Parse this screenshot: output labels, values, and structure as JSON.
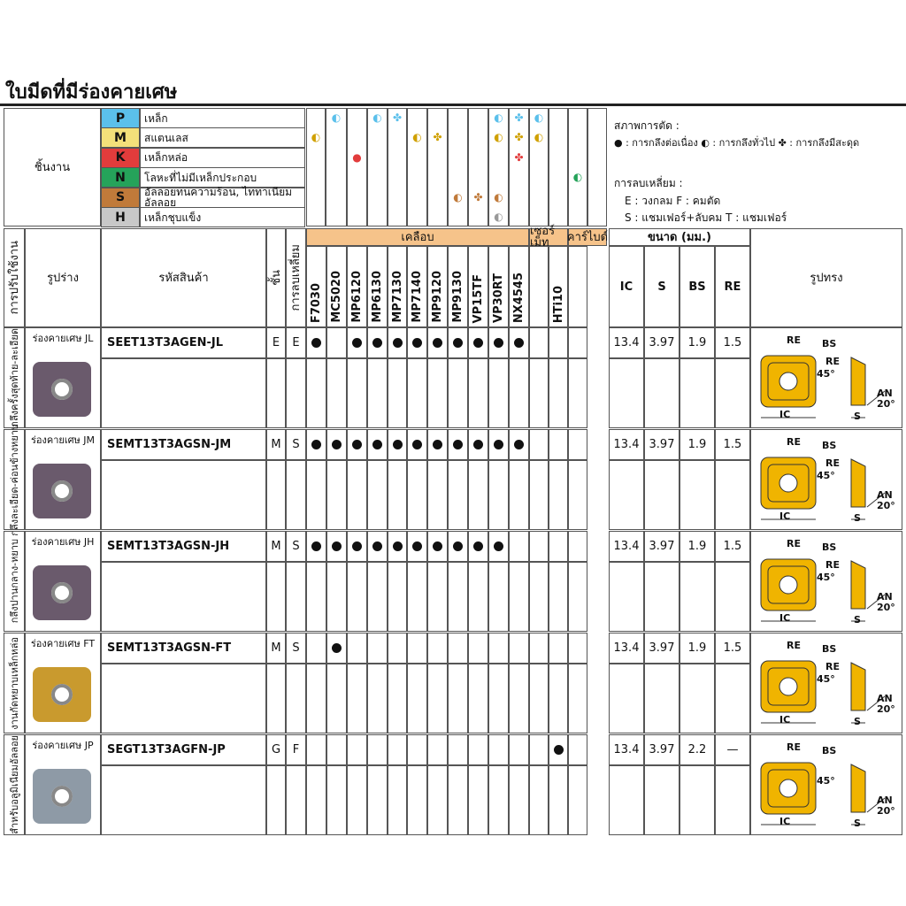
{
  "title": "ใบมีดที่มีร่องคายเศษ",
  "colors": {
    "P": "#5bc0eb",
    "M": "#f3e07a",
    "K": "#e23c3c",
    "N": "#25a35a",
    "S": "#c07a3a",
    "H": "#c8c8c8",
    "header_band": "#f6c38a",
    "insert_gold": "#f0b400"
  },
  "materials": {
    "header": "ชิ้นงาน",
    "rows": [
      {
        "code": "P",
        "name": "เหล็ก"
      },
      {
        "code": "M",
        "name": "สแตนเลส"
      },
      {
        "code": "K",
        "name": "เหล็กหล่อ"
      },
      {
        "code": "N",
        "name": "โลหะที่ไม่มีเหล็กประกอบ"
      },
      {
        "code": "S",
        "name": "อัลลอยทนความร้อน, ไททาเนียม อัลลอย"
      },
      {
        "code": "H",
        "name": "เหล็กชุบแข็ง"
      }
    ]
  },
  "legend": {
    "cutting_title": "สภาพการตัด :",
    "cutting_items": "● : การกลึงต่อเนื่อง   ◐ : การกลึงทั่วไป   ✤ : การกลึงมีสะดุด",
    "edge_title": "การลบเหลี่ยม :",
    "edge_line1": "E : วงกลม   F : คมตัด",
    "edge_line2": "S : แชมเฟอร์+ลับคม   T : แชมเฟอร์"
  },
  "headers": {
    "application": "การปรับใช้งาน",
    "shape": "รูปร่าง",
    "code": "รหัสสินค้า",
    "class": "ชั้น",
    "honing": "การลบเหลี่ยม",
    "coated": "เคลือบ",
    "cermet": "เซอร์เม็ท",
    "carbide": "คาร์ไบด์",
    "dimensions": "ขนาด (มม.)",
    "geometry": "รูปทรง",
    "grades": [
      "F7030",
      "MC5020",
      "MP6120",
      "MP6130",
      "MP7130",
      "MP7140",
      "MP9120",
      "MP9130",
      "VP15TF",
      "VP30RT",
      "NX4545",
      "HTi10"
    ],
    "dims": [
      "IC",
      "S",
      "BS",
      "RE"
    ]
  },
  "rows": [
    {
      "application": "กลึงครั้งสุดท้าย-ละเอียด",
      "shape_label": "ร่องคายเศษ JL",
      "code": "SEET13T3AGEN-JL",
      "class": "E",
      "honing": "E",
      "dots": [
        1,
        0,
        1,
        1,
        1,
        1,
        1,
        1,
        1,
        1,
        1,
        0
      ],
      "ic": "13.4",
      "s": "3.97",
      "bs": "1.9",
      "re": "1.5",
      "insert": "dark"
    },
    {
      "application": "กลึงละเอียด-ค่อนข้างหยาบ",
      "shape_label": "ร่องคายเศษ JM",
      "code": "SEMT13T3AGSN-JM",
      "class": "M",
      "honing": "S",
      "dots": [
        1,
        1,
        1,
        1,
        1,
        1,
        1,
        1,
        1,
        1,
        1,
        0
      ],
      "ic": "13.4",
      "s": "3.97",
      "bs": "1.9",
      "re": "1.5",
      "insert": "dark"
    },
    {
      "application": "กลึงปานกลาง-หยาบ",
      "shape_label": "ร่องคายเศษ JH",
      "code": "SEMT13T3AGSN-JH",
      "class": "M",
      "honing": "S",
      "dots": [
        1,
        1,
        1,
        1,
        1,
        1,
        1,
        1,
        1,
        1,
        0,
        0
      ],
      "ic": "13.4",
      "s": "3.97",
      "bs": "1.9",
      "re": "1.5",
      "insert": "dark"
    },
    {
      "application": "งานกัดหยาบเหล็กหล่อ",
      "shape_label": "ร่องคายเศษ FT",
      "code": "SEMT13T3AGSN-FT",
      "class": "M",
      "honing": "S",
      "dots": [
        0,
        1,
        0,
        0,
        0,
        0,
        0,
        0,
        0,
        0,
        0,
        0
      ],
      "ic": "13.4",
      "s": "3.97",
      "bs": "1.9",
      "re": "1.5",
      "insert": "gold"
    },
    {
      "application": "สำหรับอลูมิเนียมอัลลอย",
      "shape_label": "ร่องคายเศษ JP",
      "code": "SEGT13T3AGFN-JP",
      "class": "G",
      "honing": "F",
      "dots": [
        0,
        0,
        0,
        0,
        0,
        0,
        0,
        0,
        0,
        0,
        0,
        1
      ],
      "ic": "13.4",
      "s": "3.97",
      "bs": "2.2",
      "re": "—",
      "insert": "silver"
    }
  ],
  "geometry_labels": {
    "re": "RE",
    "bs": "BS",
    "angle": "45°",
    "an": "AN",
    "an_angle": "20°",
    "ic": "IC",
    "s": "S"
  }
}
